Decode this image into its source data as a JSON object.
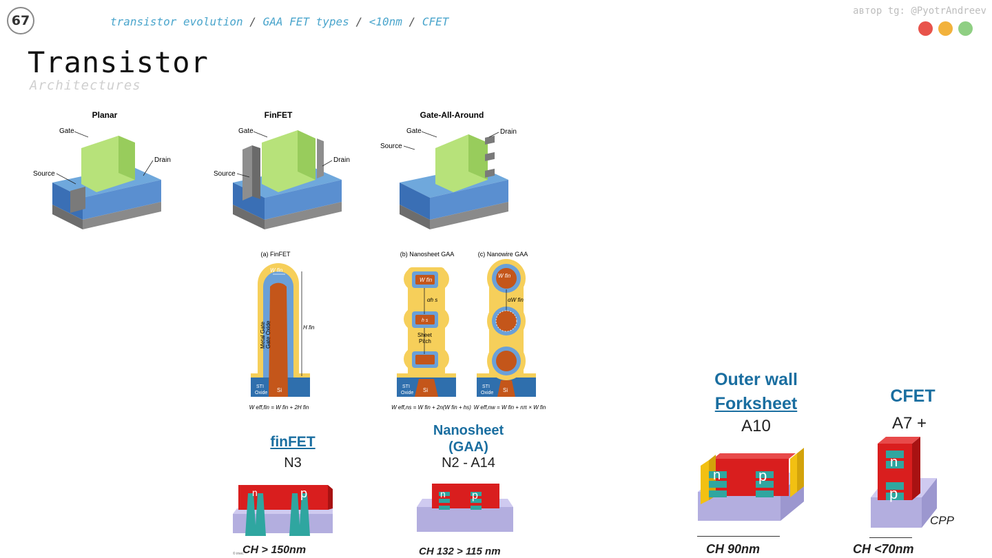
{
  "slide": {
    "number": "67"
  },
  "breadcrumbs": [
    {
      "label": "transistor evolution"
    },
    {
      "label": "GAA FET types"
    },
    {
      "label": "<10nm"
    },
    {
      "label": "CFET"
    }
  ],
  "breadcrumb_separator": "/",
  "author": "автор tg: @PyotrAndreev",
  "window_dots": [
    {
      "color": "#e8534b"
    },
    {
      "color": "#f2b23c"
    },
    {
      "color": "#8fcf83"
    }
  ],
  "heading": {
    "title": "Transistor",
    "subtitle": "Architectures"
  },
  "figure_top": {
    "planar": {
      "title": "Planar",
      "gate": "Gate",
      "source": "Source",
      "drain": "Drain"
    },
    "finfet": {
      "title": "FinFET",
      "gate": "Gate",
      "source": "Source",
      "drain": "Drain"
    },
    "gaa": {
      "title": "Gate-All-Around",
      "gate": "Gate",
      "source": "Source",
      "drain": "Drain"
    }
  },
  "figure_cross": {
    "a": {
      "title": "(a) FinFET",
      "w_label": "W fin",
      "h_label": "H fin",
      "side_label_1": "Metal Gate",
      "side_label_2": "Gate Oxide",
      "sti": "STI",
      "oxide": "Oxide",
      "si": "Si",
      "formula": "W eff,fin = W fin + 2H fin"
    },
    "b": {
      "title": "(b) Nanosheet GAA",
      "w_label": "W fin",
      "ah_label": "αh s",
      "h_label": "h s",
      "pitch_1": "Sheet",
      "pitch_2": "Pitch",
      "sti": "STI",
      "oxide": "Oxide",
      "si": "Si",
      "formula": "W eff,ns = W fin + 2n(W fin + hs)"
    },
    "c": {
      "title": "(c) Nanowire GAA",
      "w_label": "W fin",
      "aw_label": "αW fin",
      "sti": "STI",
      "oxide": "Oxide",
      "si": "Si",
      "formula": "W eff,nw = W fin + nπ × W fin"
    }
  },
  "roadmap": {
    "finfet": {
      "name": "finFET",
      "node": "N3",
      "n": "n",
      "p": "p",
      "ch": "CH > 150nm",
      "credit": "© imec"
    },
    "nanosheet": {
      "name_1": "Nanosheet",
      "name_2": "(GAA)",
      "node": "N2 - A14",
      "n": "n",
      "p": "p",
      "ch": "CH 132 > 115 nm"
    },
    "forksheet": {
      "name_1": "Outer wall",
      "name_2": "Forksheet",
      "node": "A10",
      "n": "n",
      "p": "p",
      "ch": "CH 90nm"
    },
    "cfet": {
      "name": "CFET",
      "node": "A7 +",
      "n": "n",
      "p": "p",
      "cpp": "CPP",
      "ch": "CH <70nm"
    }
  }
}
